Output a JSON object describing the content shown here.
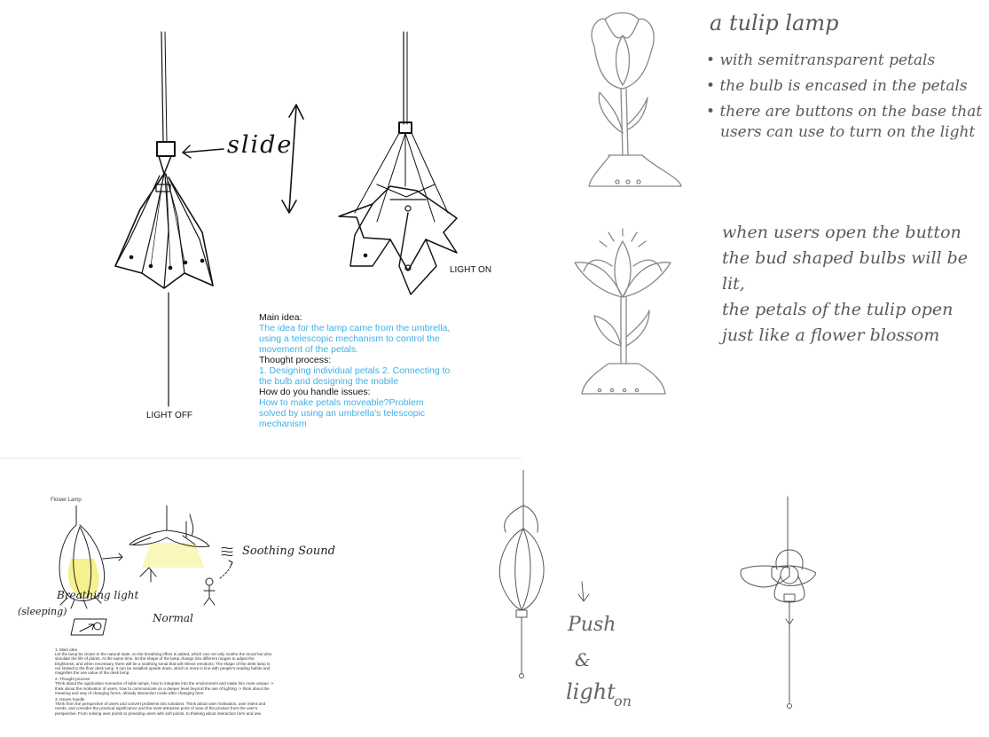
{
  "q1": {
    "slide_label": "slide",
    "light_off_label": "LIGHT OFF",
    "light_on_label": "LIGHT ON",
    "main_idea_heading": "Main idea:",
    "main_idea_text": "The idea for the lamp came from the umbrella, using a telescopic mechanism to control the movement of the petals.",
    "thought_heading": "Thought process:",
    "thought_text": "1. Designing individual petals 2. Connecting to the bulb and designing the mobile",
    "issues_heading": "How do you handle issues:",
    "issues_text": "How to make petals moveable?Problem solved by using an umbrella's telescopic mechanism"
  },
  "q2": {
    "title": "a tulip lamp",
    "bullets": [
      "with semitransparent petals",
      "the bulb is encased in the petals",
      "there are buttons on the base that",
      "users can use to turn on the light"
    ],
    "paragraph": [
      "when users open the button",
      "the bud shaped bulbs will be lit,",
      "the petals of the tulip open",
      "just like a flower blossom"
    ]
  },
  "q3": {
    "title": "Flower Lamp",
    "breathing_label": "Breathing light",
    "sleeping_label": "(sleeping)",
    "normal_label": "Normal",
    "soothing_label": "Soothing Sound",
    "sections": [
      {
        "heading": "1. Main idea",
        "text": "Let the lamp be closer to the natural state, so the breathing effect is added, which can not only soothe the mood but also simulate the life of plants. At the same time, let the shape of the lamp change into different ranges to adjust the brightness, and when necessary, there will be a soothing sonal that will relieve emotions. The shape of the desk lamp is not limited to the floor desk lamp. It can be installed upside down, which is more in line with people's reading habits and magnifies the use value of the desk lamp."
      },
      {
        "heading": "2. Thought process",
        "text": "Think about the application scenarios of table lamps, how to integrate into the environment and make him more unique -> think about the motivation of users, how to communicate on a deeper level beyond the use of lighting -> think about the meaning and way of changing forms, already interaction mode after changing form"
      },
      {
        "heading": "3. Issues handle",
        "text": "Think from the perspective of users and convert problems into solutions. Think about user motivation, user intent and needs, and consider the practical significance and the most attractive point of view of the product from the user's perspective. From solving user points to providing users with soft points, to thinking about interaction form and use."
      }
    ]
  },
  "q4": {
    "push_label": "Push",
    "and_label": "&",
    "light_label": "light",
    "on_label": "on"
  }
}
